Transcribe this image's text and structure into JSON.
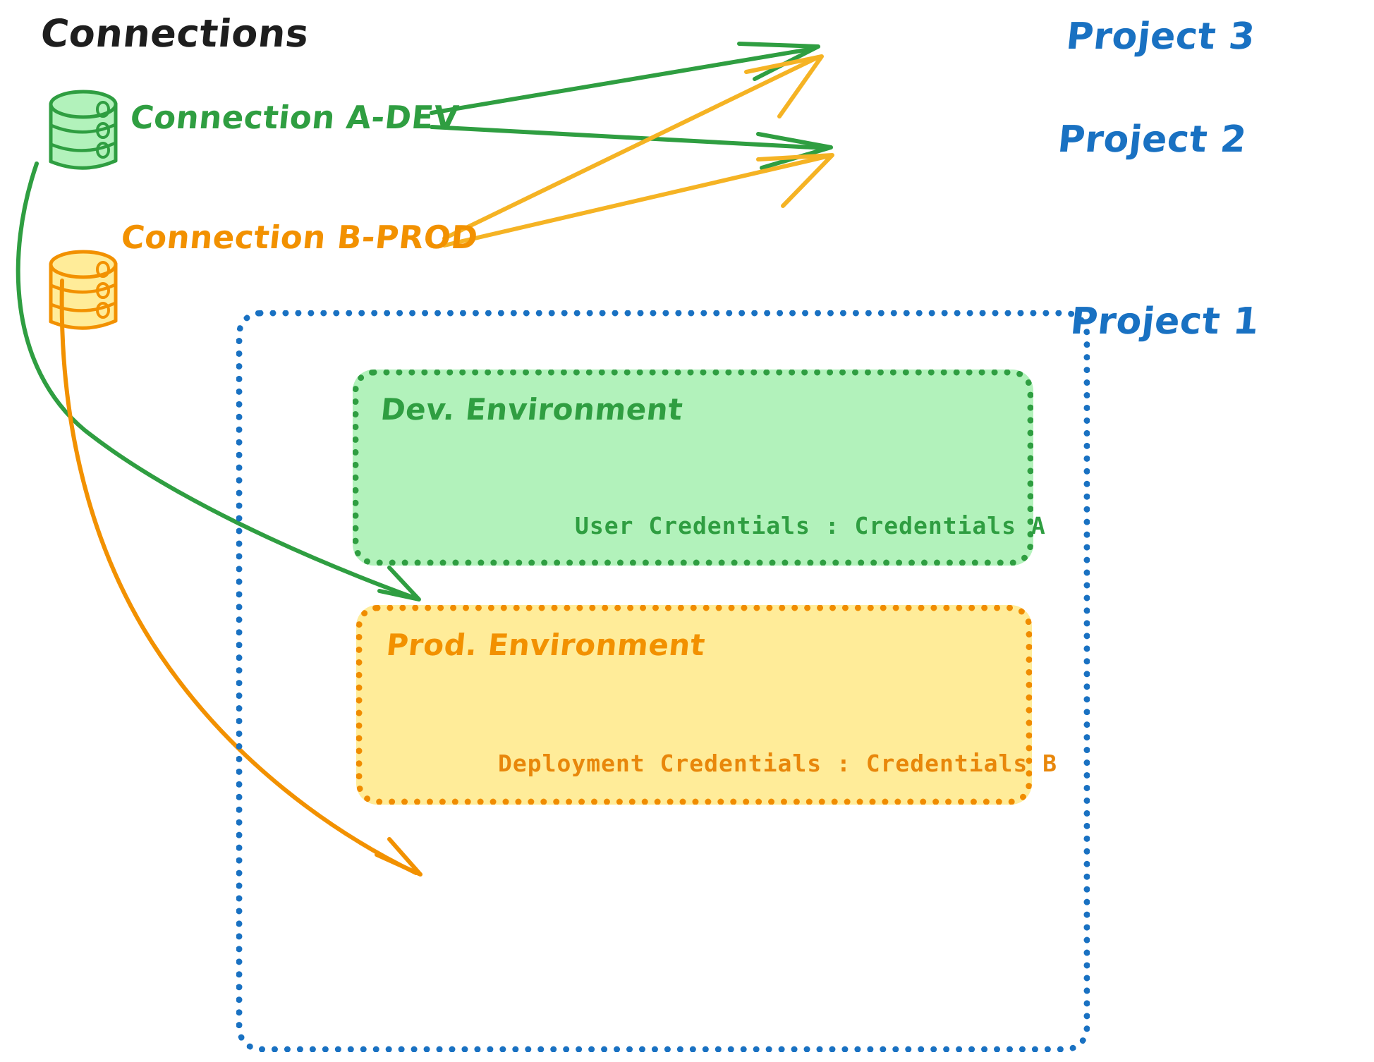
{
  "diagram": {
    "title": "Connections",
    "background": "#ffffff",
    "colors": {
      "title": "#1e1e1e",
      "dev_green": "#2f9e41",
      "dev_green_fill": "#b2f2bb",
      "prod_orange": "#f29100",
      "prod_orange_stroke": "#f08c00",
      "prod_yellow_fill": "#ffec99",
      "project_blue": "#1971c2",
      "arrow_green": "#2f9e41",
      "arrow_orange": "#f5b324"
    }
  },
  "connections": {
    "heading": "Connections",
    "items": [
      {
        "id": "a-dev",
        "label": "Connection A-DEV",
        "icon": "database-cylinder-icon",
        "color": "#2f9e41"
      },
      {
        "id": "b-prod",
        "label": "Connection B-PROD",
        "icon": "database-cylinder-icon",
        "color": "#f29100"
      }
    ]
  },
  "projects": [
    {
      "id": "project-3",
      "label": "Project 3"
    },
    {
      "id": "project-2",
      "label": "Project 2"
    },
    {
      "id": "project-1",
      "label": "Project 1"
    }
  ],
  "project1": {
    "label": "Project 1",
    "environments": [
      {
        "id": "dev",
        "label": "Dev. Environment",
        "credential_key": "User Credentials",
        "credential_separator": ":",
        "credential_value": "Credentials A",
        "credential_line": "User Credentials : Credentials A"
      },
      {
        "id": "prod",
        "label": "Prod. Environment",
        "credential_key": "Deployment Credentials",
        "credential_separator": ":",
        "credential_value": "Credentials B",
        "credential_line": "Deployment Credentials : Credentials B"
      }
    ]
  },
  "edges": [
    {
      "from": "a-dev",
      "to": "project-3",
      "color": "#2f9e41"
    },
    {
      "from": "a-dev",
      "to": "project-2",
      "color": "#2f9e41"
    },
    {
      "from": "a-dev",
      "to": "dev",
      "color": "#2f9e41"
    },
    {
      "from": "b-prod",
      "to": "project-3",
      "color": "#f5b324"
    },
    {
      "from": "b-prod",
      "to": "project-2",
      "color": "#f5b324"
    },
    {
      "from": "b-prod",
      "to": "prod",
      "color": "#f29100"
    }
  ]
}
